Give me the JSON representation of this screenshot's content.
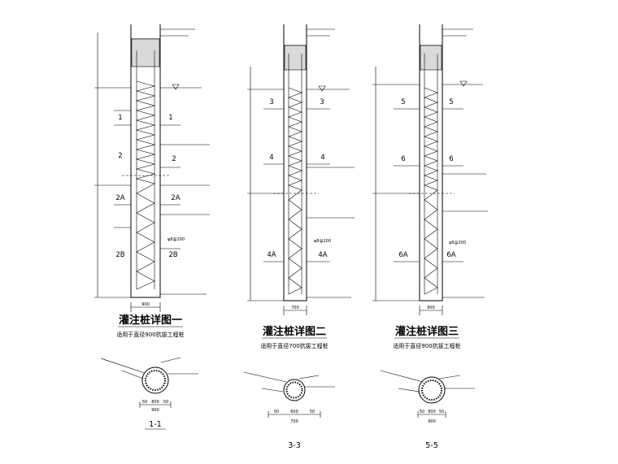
{
  "pile_details": [
    {
      "title": "灌注桩详图一",
      "subtitle": "适用于直径900抗拔工程桩",
      "layers": [
        "1",
        "2",
        "2A",
        "2B"
      ],
      "section_label": "1-1",
      "width_dim": "900",
      "section_dims": [
        "50",
        "800",
        "50"
      ],
      "section_width": "900"
    },
    {
      "title": "灌注桩详图二",
      "subtitle": "适用于直径700抗拔工程桩",
      "layers": [
        "3",
        "4",
        "4A"
      ],
      "section_label": "3-3",
      "width_dim": "700",
      "section_dims": [
        "50",
        "600",
        "50"
      ],
      "section_width": "700"
    },
    {
      "title": "灌注桩详图三",
      "subtitle": "适用于直径900抗拔工程桩",
      "layers": [
        "5",
        "6",
        "6A"
      ],
      "section_label": "5-5",
      "width_dim": "900",
      "section_dims": [
        "50",
        "800",
        "50"
      ],
      "section_width": "900"
    }
  ],
  "notes": {
    "stirrup_200": "φ8@200"
  }
}
